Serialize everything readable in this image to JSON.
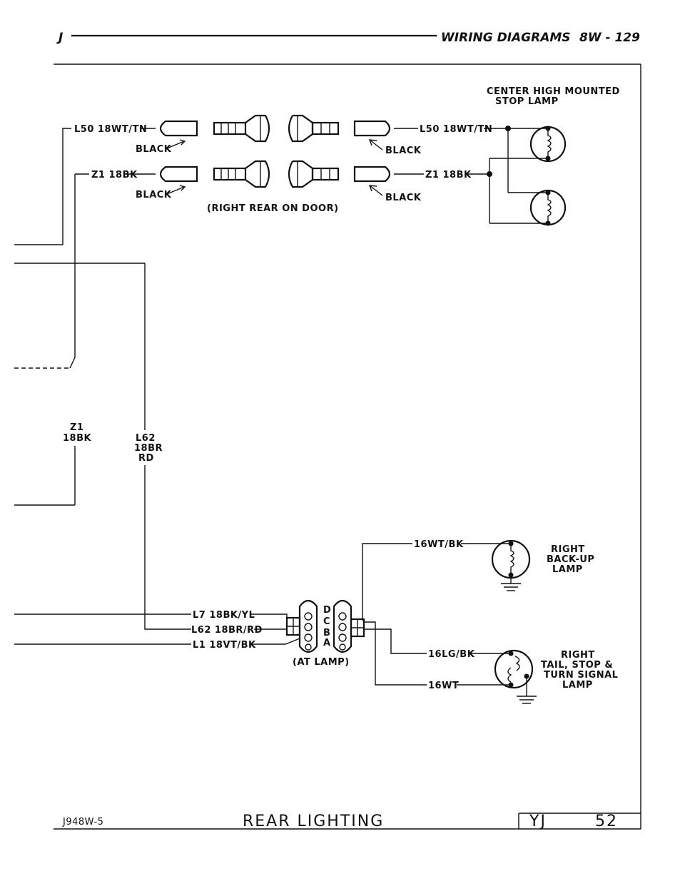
{
  "header": {
    "section_letter": "J",
    "title": "WIRING DIAGRAMS",
    "page": "8W - 129"
  },
  "labels": {
    "chmsl_line1": "CENTER HIGH MOUNTED",
    "chmsl_line2": "STOP LAMP",
    "l50_left": "L50 18WT/TN",
    "l50_right": "L50 18WT/TN",
    "black_1": "BLACK",
    "black_2": "BLACK",
    "black_3": "BLACK",
    "black_4": "BLACK",
    "z1_left": "Z1 18BK",
    "z1_right": "Z1 18BK",
    "right_rear_door": "(RIGHT REAR ON DOOR)",
    "z1_vert_1": "Z1",
    "z1_vert_2": "18BK",
    "l62_vert_1": "L62",
    "l62_vert_2": "18BR",
    "l62_vert_3": "RD",
    "wire_16wtbk": "16WT/BK",
    "backup_1": "RIGHT",
    "backup_2": "BACK-UP",
    "backup_3": "LAMP",
    "l7": "L7 18BK/YL",
    "l62": "L62 18BR/RD",
    "l1": "L1 18VT/BK",
    "pin_d": "D",
    "pin_c": "C",
    "pin_b": "B",
    "pin_a": "A",
    "at_lamp": "(AT LAMP)",
    "wire_16lgbk": "16LG/BK",
    "wire_16wt": "16WT",
    "tail_1": "RIGHT",
    "tail_2": "TAIL, STOP &",
    "tail_3": "TURN SIGNAL",
    "tail_4": "LAMP"
  },
  "footer": {
    "code": "J948W-5",
    "title": "REAR LIGHTING",
    "model": "YJ",
    "page_num": "52"
  }
}
